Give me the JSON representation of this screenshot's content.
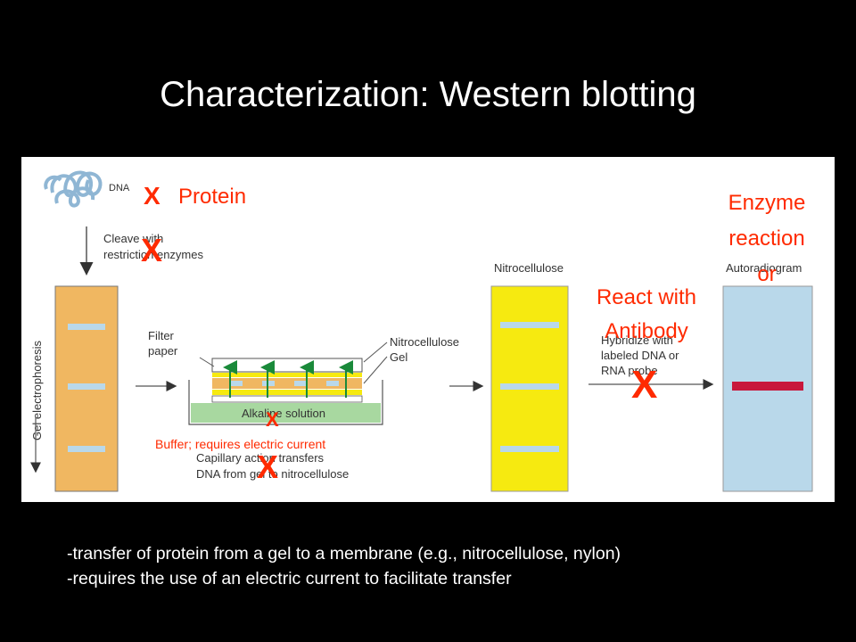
{
  "title": "Characterization: Western blotting",
  "diagram": {
    "steps": {
      "dna_label": "DNA",
      "cleave_line1": "Cleave with",
      "cleave_line2": "restriction enzymes",
      "gel_label": "Gel electrophoresis",
      "filter_line1": "Filter",
      "filter_line2": "paper",
      "nitro_small": "Nitrocellulose",
      "gel_small": "Gel",
      "alkaline": "Alkaline solution",
      "capillary_line1": "Capillary action transfers",
      "capillary_line2": "DNA from gel to nitrocellulose",
      "nitro_label": "Nitrocellulose",
      "hybridize_line1": "Hybridize with",
      "hybridize_line2": "labeled DNA or",
      "hybridize_line3": "RNA probe",
      "autoradiogram": "Autoradiogram"
    },
    "overlays": {
      "mark": "X",
      "protein": "Protein",
      "enzyme_line1": "Enzyme",
      "enzyme_line2": "reaction",
      "enzyme_line3": "or",
      "react_line1": "React with",
      "react_line2": "Antibody",
      "buffer": "Buffer; requires electric current"
    },
    "colors": {
      "gel": "#f0b761",
      "band": "#b9d8ea",
      "nitro": "#f6ea10",
      "film": "#b9d8ea",
      "result_band": "#c8183c",
      "overlay_red": "#ff2a00",
      "tray": "#a8d8a0",
      "arrow_green": "#1a8a3a"
    }
  },
  "bullets": [
    "-transfer of protein from a gel to a membrane (e.g., nitrocellulose, nylon)",
    "-requires the use of an electric current to facilitate transfer"
  ]
}
